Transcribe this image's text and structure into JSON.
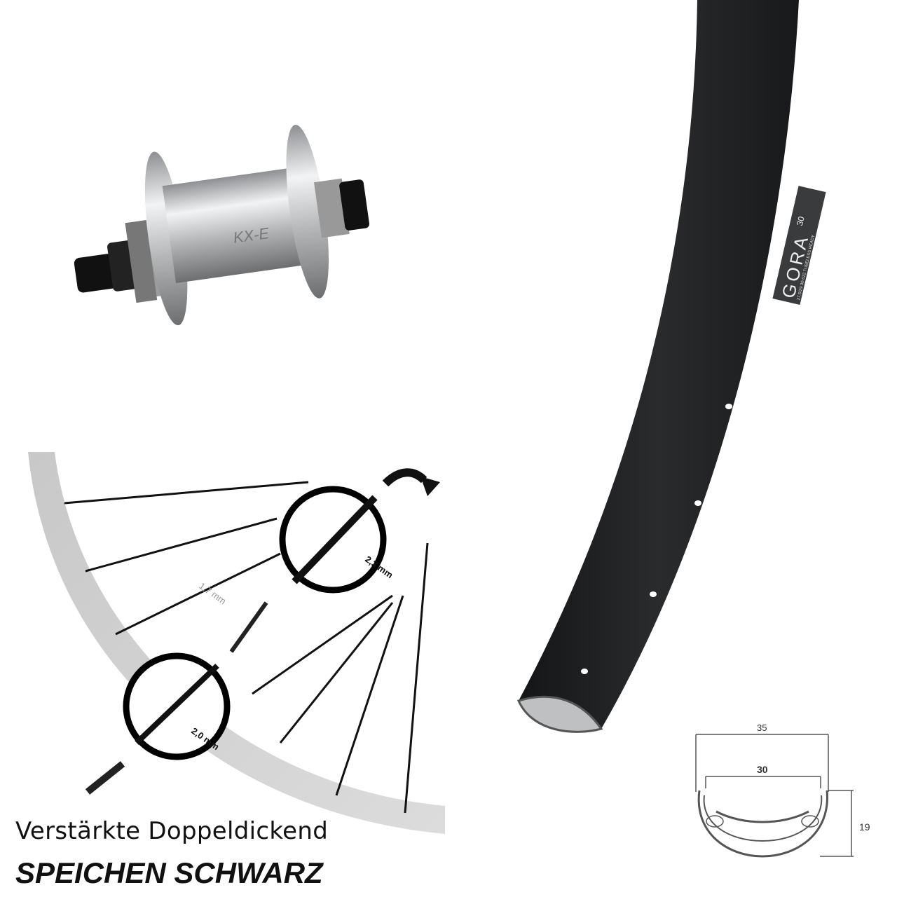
{
  "hub": {
    "logo_text": "KX-E",
    "color": "#c9cbcd"
  },
  "rim": {
    "brand_label": "GORA",
    "size_label": "30",
    "decal_text": "27.5/29 30-622 TUBELESS READY",
    "color": "#1f2022"
  },
  "profile": {
    "outer_width": "35",
    "inner_width": "30",
    "height": "19"
  },
  "spoke_diagram": {
    "thickness_middle": "1,7 mm",
    "thickness_head": "2,3 mm",
    "thickness_thread": "2,0 mm"
  },
  "caption": {
    "line1": "Verstärkte Doppeldickend",
    "line2": "SPEICHEN SCHWARZ"
  }
}
